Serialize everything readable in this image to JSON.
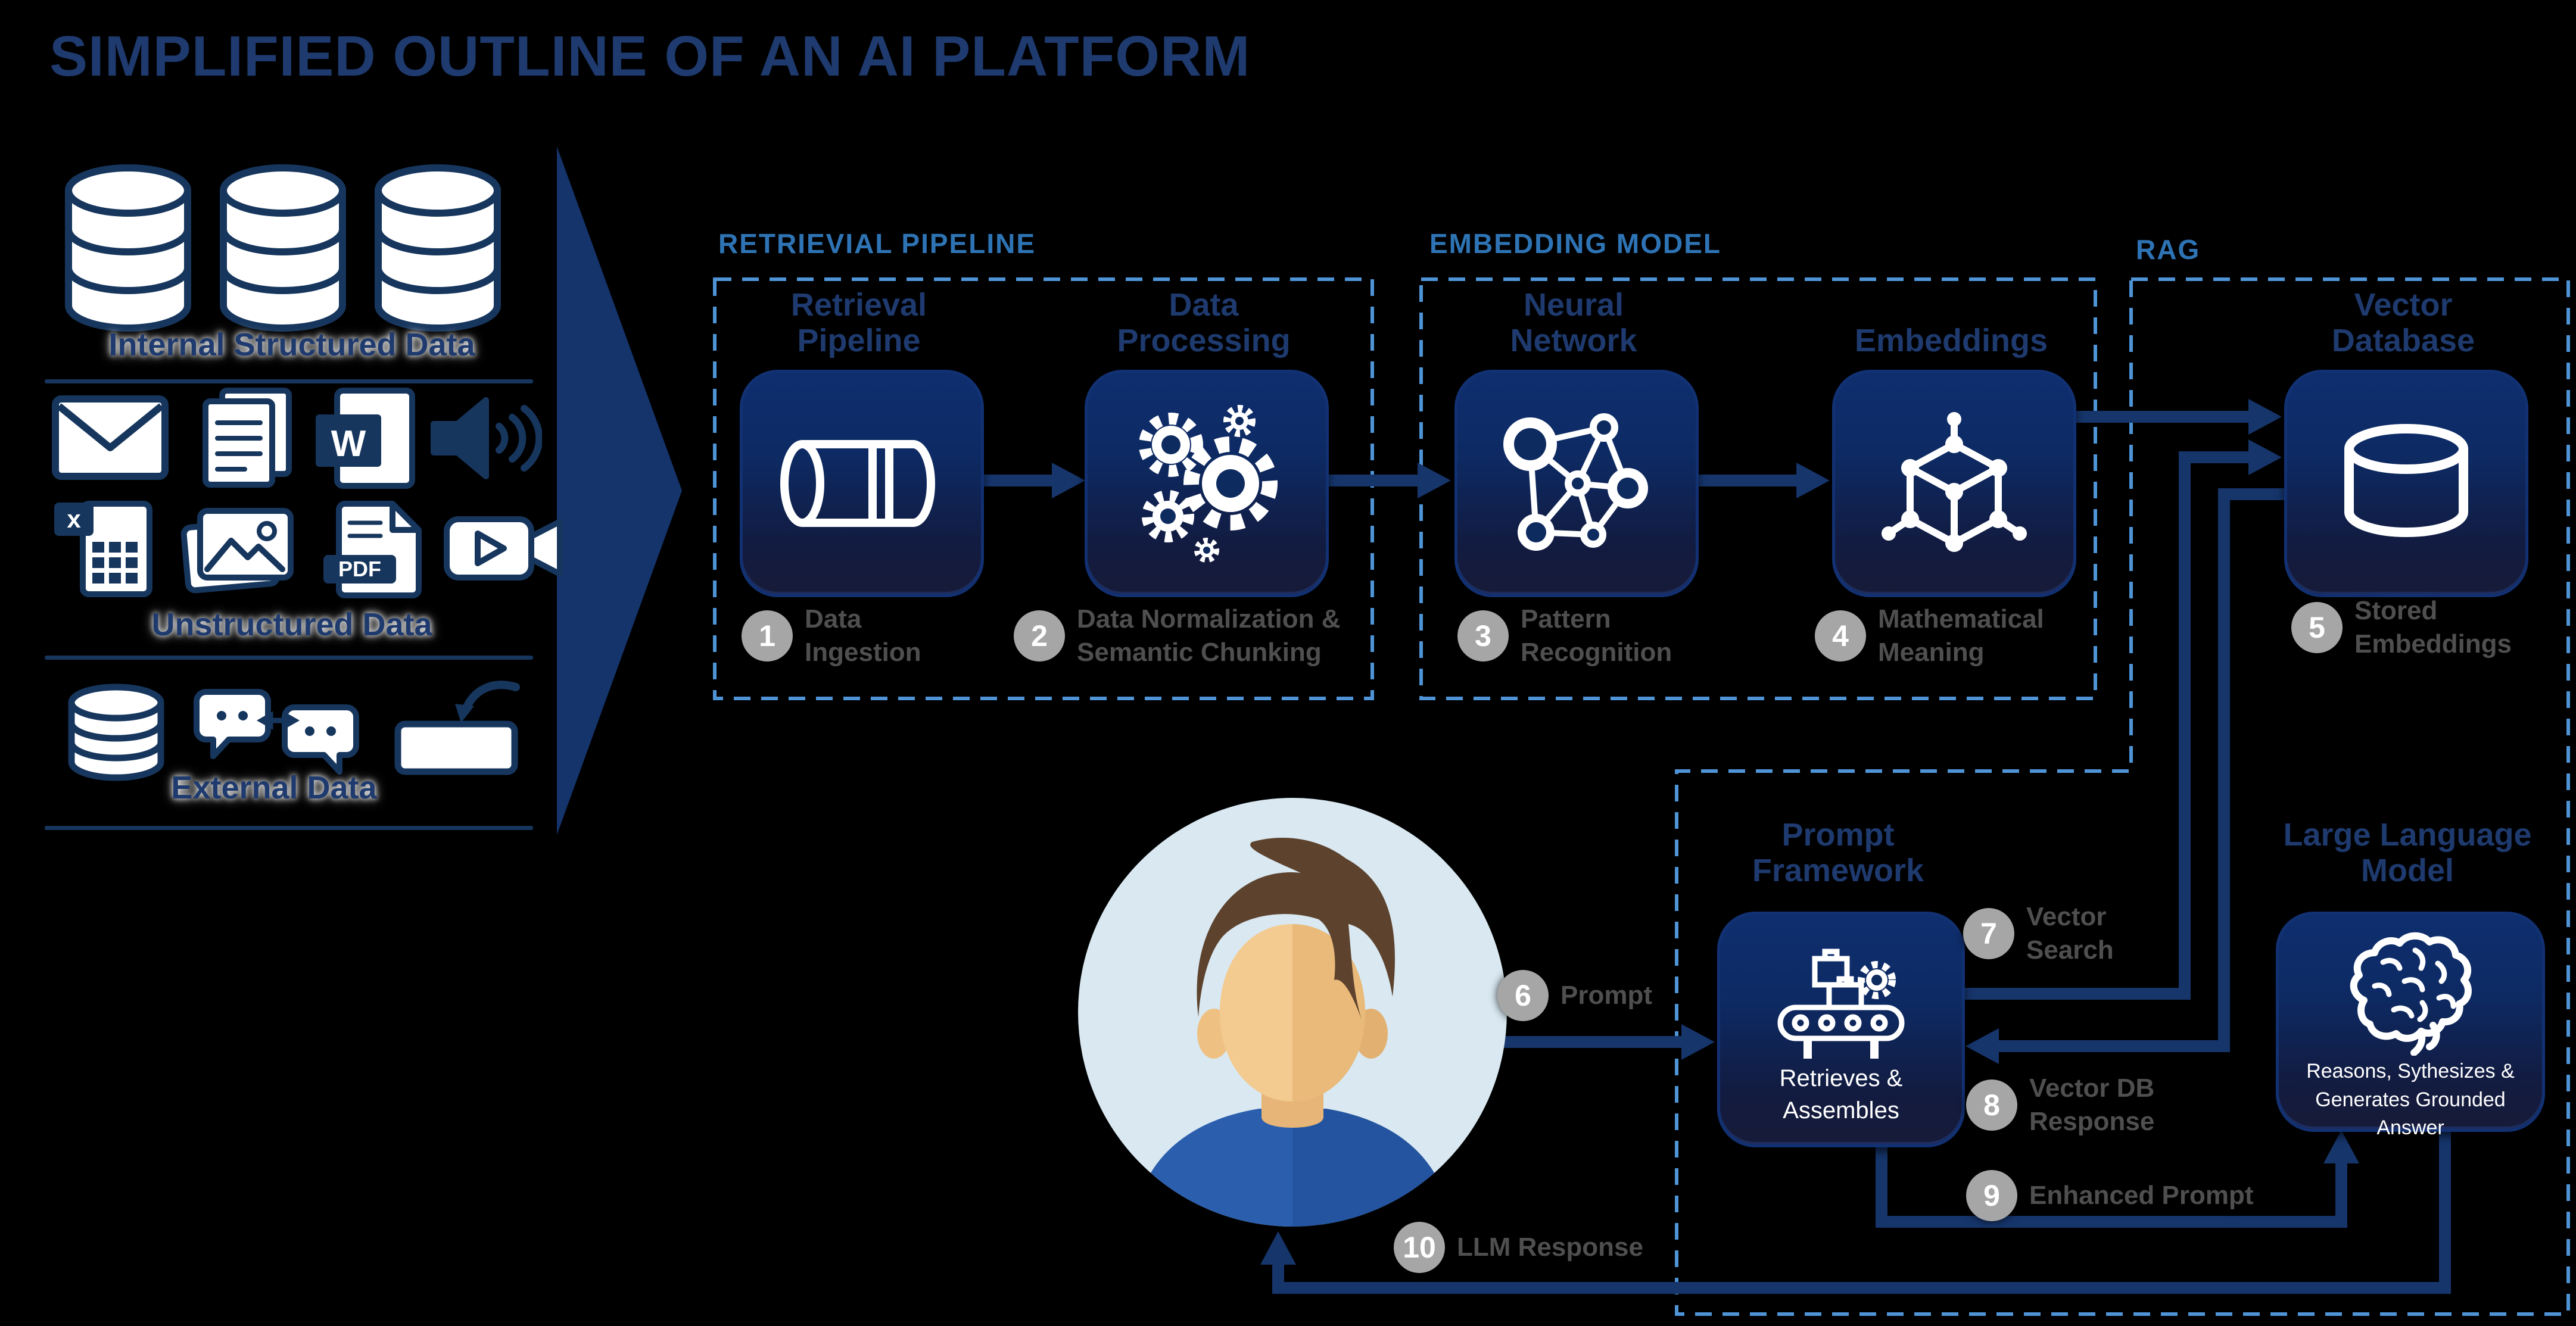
{
  "title": "SIMPLIFIED OUTLINE OF AN AI PLATFORM",
  "data_sources": {
    "groups": [
      {
        "label": "Internal Structured Data",
        "icons": [
          "database",
          "database",
          "database"
        ]
      },
      {
        "label": "Unstructured Data",
        "icons": [
          "email",
          "documents",
          "word-file",
          "audio",
          "spreadsheet",
          "images",
          "pdf-file",
          "video"
        ]
      },
      {
        "label": "External Data",
        "icons": [
          "database",
          "chat",
          "import"
        ]
      }
    ]
  },
  "sections": [
    {
      "label": "RETRIEVIAL PIPELINE"
    },
    {
      "label": "EMBEDDING MODEL"
    },
    {
      "label": "RAG"
    }
  ],
  "nodes": [
    {
      "title": "Retrieval Pipeline",
      "icon": "pipe-icon"
    },
    {
      "title": "Data Processing",
      "icon": "gears-icon"
    },
    {
      "title": "Neural Network",
      "icon": "neural-network-icon"
    },
    {
      "title": "Embeddings",
      "icon": "cube-network-icon"
    },
    {
      "title": "Vector Database",
      "icon": "database-cylinder-icon"
    },
    {
      "title": "Prompt Framework",
      "icon": "conveyor-icon",
      "subtitle": "Retrieves & Assembles"
    },
    {
      "title": "Large Language Model",
      "icon": "brain-icon",
      "subtitle": "Reasons, Sythesizes & Generates Grounded Answer"
    }
  ],
  "steps": [
    {
      "num": "1",
      "label": "Data Ingestion"
    },
    {
      "num": "2",
      "label": "Data Normalization & Semantic Chunking"
    },
    {
      "num": "3",
      "label": "Pattern Recognition"
    },
    {
      "num": "4",
      "label": "Mathematical Meaning"
    },
    {
      "num": "5",
      "label": "Stored Embeddings"
    },
    {
      "num": "6",
      "label": "Prompt"
    },
    {
      "num": "7",
      "label": "Vector Search"
    },
    {
      "num": "8",
      "label": "Vector DB Response"
    },
    {
      "num": "9",
      "label": "Enhanced Prompt"
    },
    {
      "num": "10",
      "label": "LLM Response"
    }
  ],
  "colors": {
    "background": "#000000",
    "title_navy": "#1e3a6e",
    "section_blue": "#2e74b5",
    "dashed_border": "#4e94d6",
    "arrow_navy": "#16356b",
    "box_gradient_top": "#0e2e6e",
    "box_gradient_bottom": "#171b38",
    "step_circle_gray": "#a6a6a6",
    "step_text_gray": "#4f4f4f",
    "avatar_bg": "#d9e8f1",
    "avatar_shirt": "#2b5fae",
    "avatar_skin": "#f3cb90",
    "avatar_hair": "#5d432e"
  }
}
